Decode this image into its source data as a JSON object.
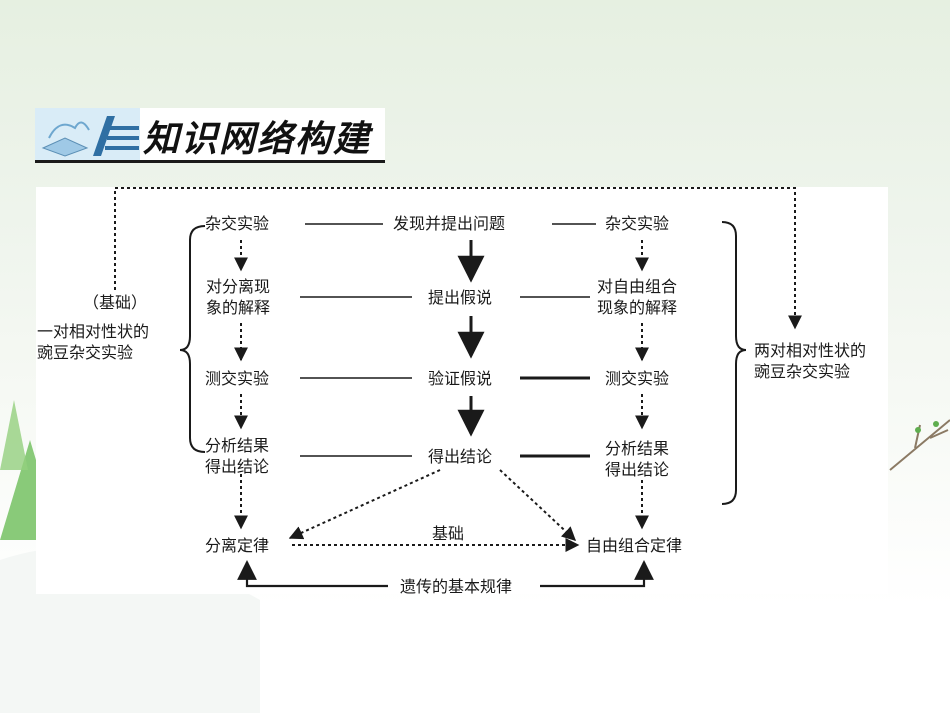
{
  "title": "知识网络构建",
  "colors": {
    "line": "#1a1a1a",
    "panel": "#ffffff"
  },
  "left_group": {
    "prefix": "（基础）",
    "label": "一对相对性状的\n豌豆杂交实验"
  },
  "right_group": {
    "label": "两对相对性状的\n豌豆杂交实验"
  },
  "left_column": {
    "step1": "杂交实验",
    "step2": "对分离现\n象的解释",
    "step3": "测交实验",
    "step4": "分析结果\n得出结论",
    "result": "分离定律"
  },
  "center_column": {
    "step1": "发现并提出问题",
    "step2": "提出假说",
    "step3": "验证假说",
    "step4": "得出结论"
  },
  "right_column": {
    "step1": "杂交实验",
    "step2": "对自由组合\n现象的解释",
    "step3": "测交实验",
    "step4": "分析结果\n得出结论",
    "result": "自由组合定律"
  },
  "basis_label": "基础",
  "bottom_label": "遗传的基本规律"
}
